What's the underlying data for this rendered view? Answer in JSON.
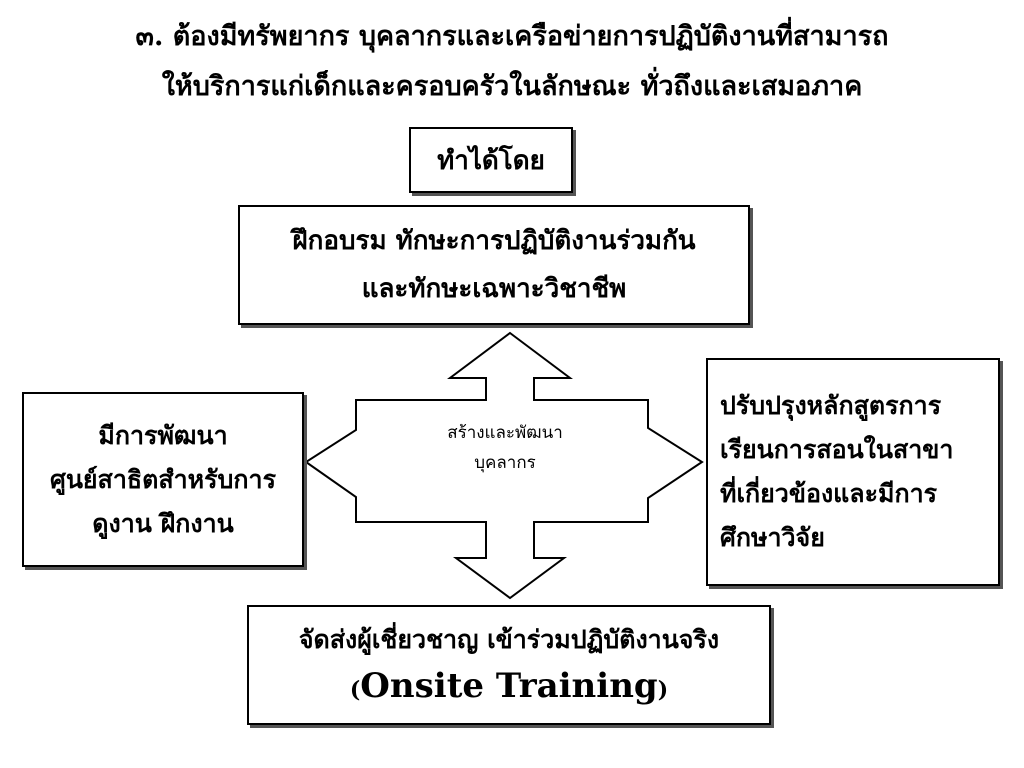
{
  "title": {
    "line1": "๓. ต้องมีทรัพยากร บุคลากรและเครือข่ายการปฏิบัติงานที่สามารถ",
    "line2": "ให้บริการแก่เด็กและครอบครัวในลักษณะ ทั่วถึงและเสมอภาค"
  },
  "boxes": {
    "top": "ทำได้โดย",
    "upper": {
      "line1": "ฝึกอบรม ทักษะการปฏิบัติงานร่วมกัน",
      "line2": "และทักษะเฉพาะวิชาชีพ"
    },
    "left": {
      "line1": "มีการพัฒนา",
      "line2": "ศูนย์สาธิตสำหรับการ",
      "line3": "ดูงาน ฝึกงาน"
    },
    "right": {
      "line1": "ปรับปรุงหลักสูตรการ",
      "line2": "เรียนการสอนในสาขา",
      "line3": "ที่เกี่ยวข้องและมีการ",
      "line4": "ศึกษาวิจัย"
    },
    "bottom": {
      "line1": "จัดส่งผู้เชี่ยวชาญ เข้าร่วมปฏิบัติงานจริง",
      "open_paren": "(",
      "onsite": "Onsite Training",
      "close_paren": ")"
    }
  },
  "center": {
    "line1": "สร้างและพัฒนา",
    "line2": "บุคลากร"
  }
}
